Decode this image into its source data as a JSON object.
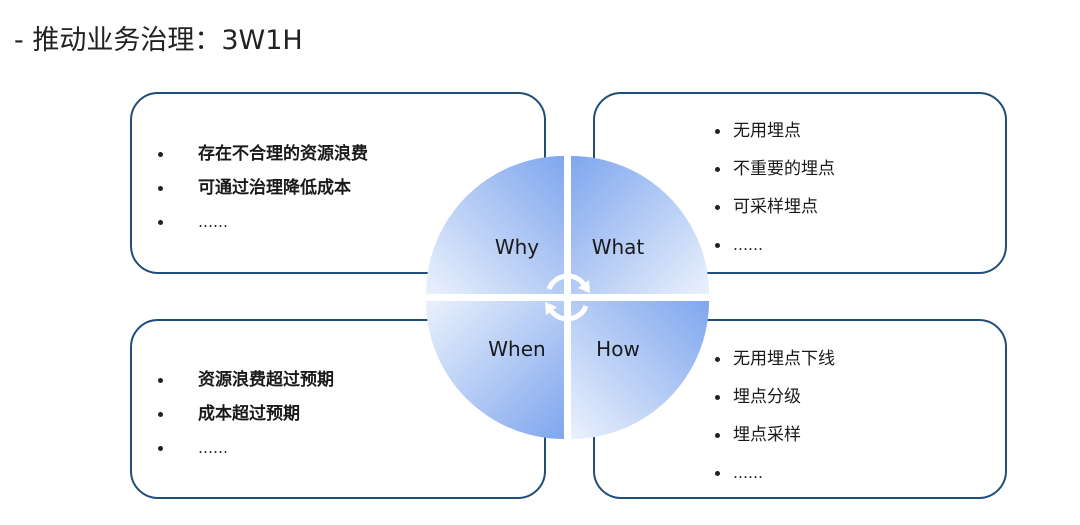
{
  "title": "- 推动业务治理：3W1H",
  "center": {
    "why": "Why",
    "what": "What",
    "when": "When",
    "how": "How"
  },
  "quadrants": {
    "why_items": [
      "存在不合理的资源浪费",
      "可通过治理降低成本",
      "……"
    ],
    "what_items": [
      "无用埋点",
      "不重要的埋点",
      "可采样埋点",
      "……"
    ],
    "when_items": [
      "资源浪费超过预期",
      "成本超过预期",
      "……"
    ],
    "how_items": [
      "无用埋点下线",
      "埋点分级",
      "埋点采样",
      "……"
    ]
  },
  "colors": {
    "border": "#1f4e79",
    "quadrant_dark": "#7fa6ee",
    "quadrant_light": "#eaf1fc"
  }
}
